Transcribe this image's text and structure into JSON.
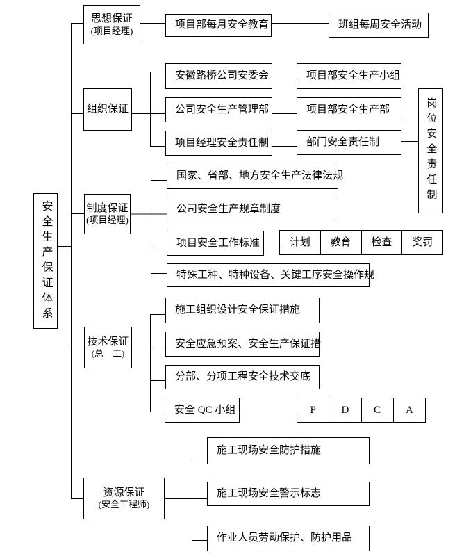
{
  "diagram": {
    "root_label": "安全生产保证体系",
    "branches": {
      "ideology": {
        "label": "思想保证",
        "sublabel": "(项目经理)"
      },
      "organization": {
        "label": "组织保证"
      },
      "institution": {
        "label": "制度保证",
        "sublabel": "(项目经理)"
      },
      "technology": {
        "label": "技术保证",
        "sublabel": "(总　工)"
      },
      "resource": {
        "label": "资源保证",
        "sublabel": "(安全工程师)"
      }
    },
    "ideology_children": {
      "monthly_education": "项目部每月安全教育",
      "weekly_activity": "班组每周安全活动"
    },
    "organization_children": {
      "company_committee": "安徽路桥公司安委会",
      "project_safety_group": "项目部安全生产小组",
      "company_safety_dept": "公司安全生产管理部",
      "project_safety_dept": "项目部安全生产部",
      "manager_responsibility": "项目经理安全责任制",
      "dept_responsibility": "部门安全责任制",
      "post_responsibility": "岗位安全责任制"
    },
    "institution_children": {
      "laws": "国家、省部、地方安全生产法律法规",
      "company_rules": "公司安全生产规章制度",
      "work_standard": "项目安全工作标准",
      "standard_cells": [
        "计划",
        "教育",
        "检查",
        "奖罚"
      ],
      "special_operations": "特殊工种、特种设备、关键工序安全操作规"
    },
    "technology_children": {
      "construction_design": "施工组织设计安全保证措施",
      "emergency_plan": "安全应急预案、安全生产保证措",
      "tech_disclosure": "分部、分项工程安全技术交底",
      "qc_group": "安全 QC 小组",
      "pdca_cells": [
        "P",
        "D",
        "C",
        "A"
      ]
    },
    "resource_children": {
      "site_protection": "施工现场安全防护措施",
      "warning_signs": "施工现场安全警示标志",
      "labor_protection": "作业人员劳动保护、防护用品"
    },
    "colors": {
      "line": "#000000",
      "gray_line": "#8c8c8c",
      "background": "#ffffff",
      "text": "#000000"
    }
  }
}
